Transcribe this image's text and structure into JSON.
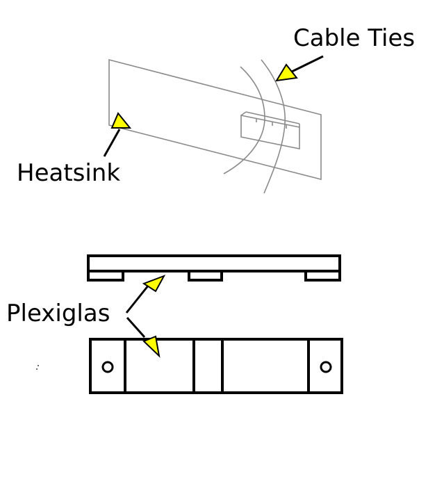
{
  "labels": {
    "cable_ties": "Cable Ties",
    "heatsink": "Heatsink",
    "plexiglas": "Plexiglas"
  },
  "colors": {
    "arrow_fill": "#ffff00",
    "line": "#000000",
    "sketch_line": "#8a8a8a",
    "background": "#ffffff"
  }
}
